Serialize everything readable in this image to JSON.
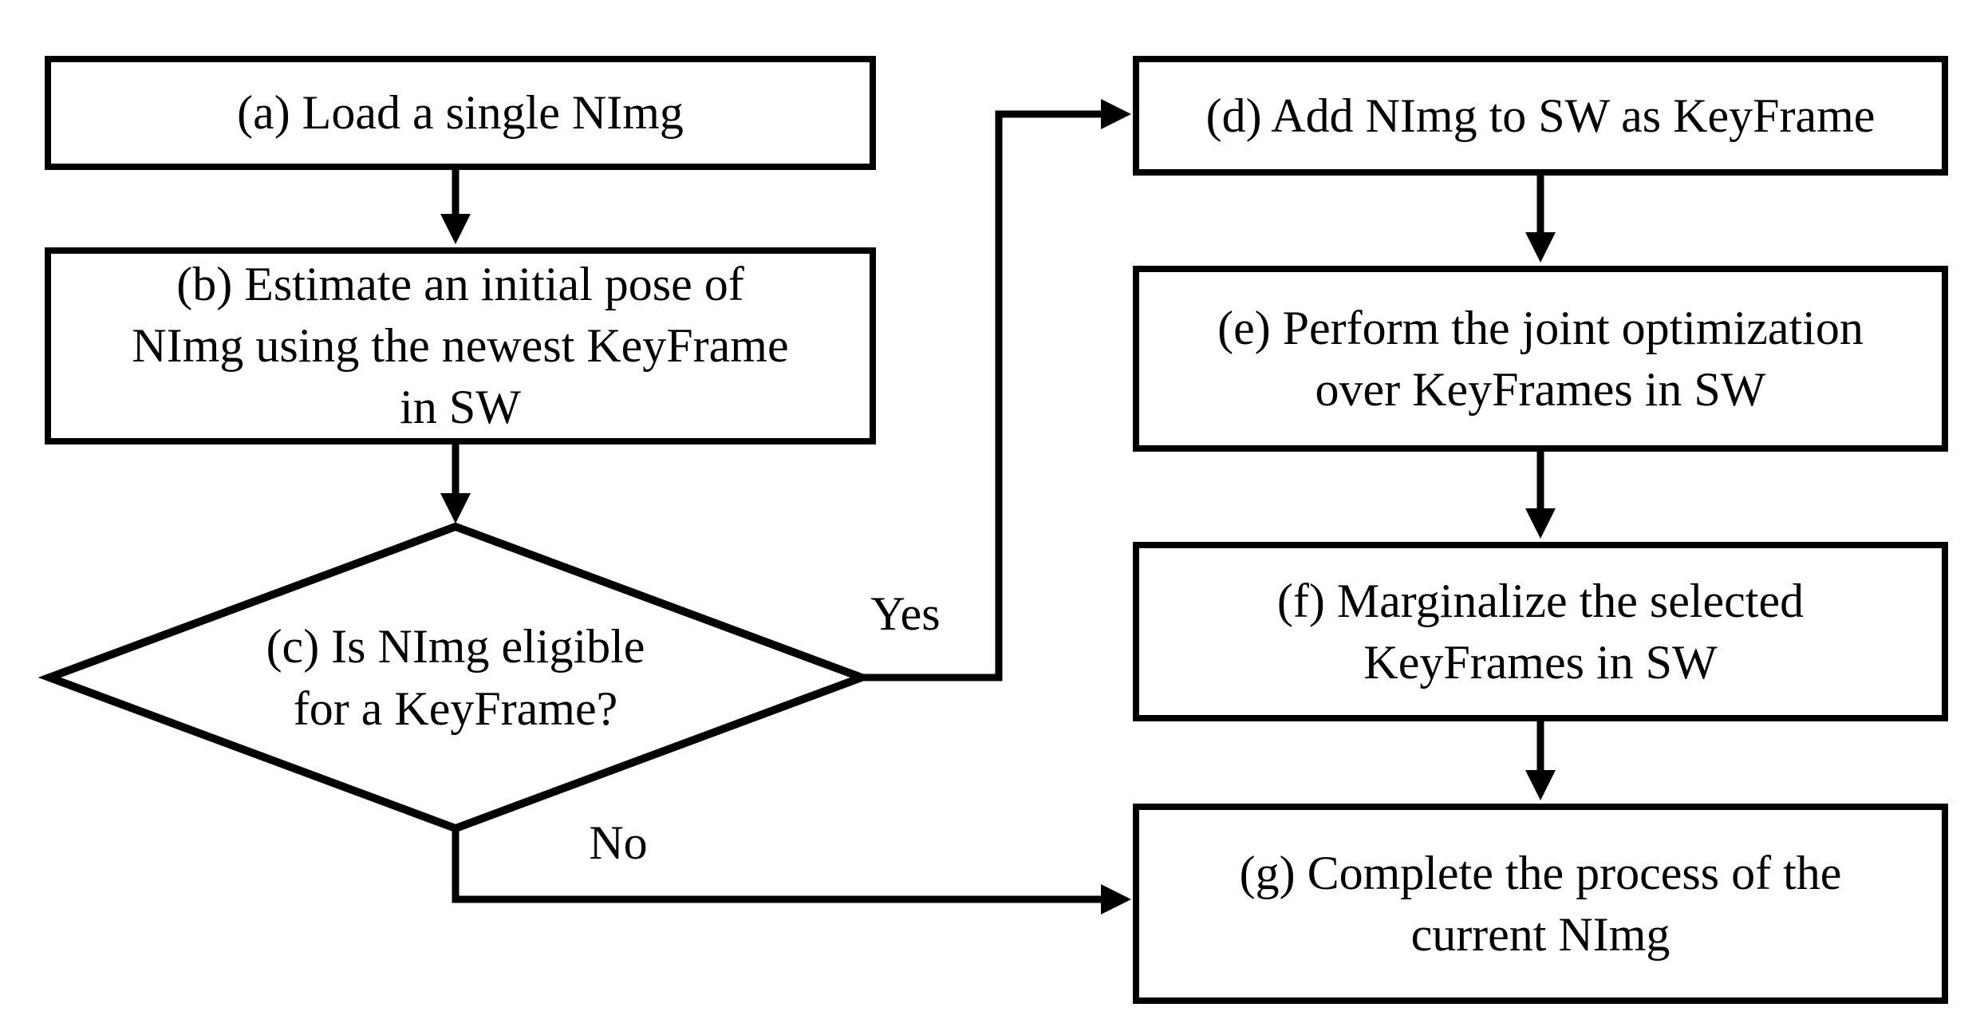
{
  "figure": {
    "background_color": "#ffffff",
    "line_color": "#000000",
    "text_color": "#000000"
  },
  "nodes": {
    "a": {
      "shape": "rect",
      "label": "(a) Load a single NImg"
    },
    "b": {
      "shape": "rect",
      "label": "(b) Estimate an initial pose of\nNImg using the newest KeyFrame\nin SW"
    },
    "c": {
      "shape": "diamond",
      "label": "(c) Is NImg eligible\nfor a KeyFrame?"
    },
    "d": {
      "shape": "rect",
      "label": "(d) Add NImg to SW as KeyFrame"
    },
    "e": {
      "shape": "rect",
      "label": "(e) Perform the joint optimization\nover KeyFrames in SW"
    },
    "f": {
      "shape": "rect",
      "label": "(f) Marginalize the selected\nKeyFrames in SW"
    },
    "g": {
      "shape": "rect",
      "label": "(g) Complete the process of the\ncurrent NImg"
    }
  },
  "edges": [
    {
      "from": "a",
      "to": "b",
      "label": ""
    },
    {
      "from": "b",
      "to": "c",
      "label": ""
    },
    {
      "from": "c",
      "to": "d",
      "label": "Yes"
    },
    {
      "from": "c",
      "to": "g",
      "label": "No"
    },
    {
      "from": "d",
      "to": "e",
      "label": ""
    },
    {
      "from": "e",
      "to": "f",
      "label": ""
    },
    {
      "from": "f",
      "to": "g",
      "label": ""
    }
  ]
}
